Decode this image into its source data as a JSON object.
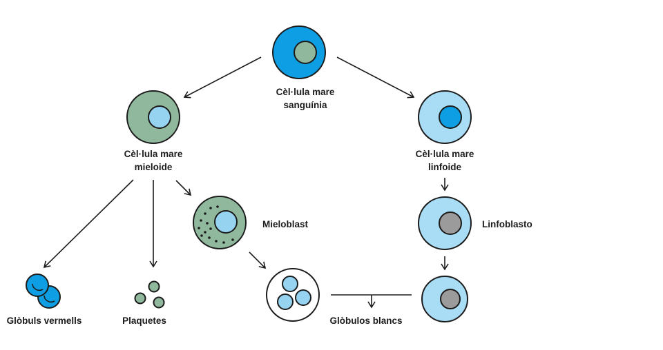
{
  "labels": {
    "blood_stem_line1": "Cèl·lula mare",
    "blood_stem_line2": "sanguínia",
    "myeloid_line1": "Cèl·lula mare",
    "myeloid_line2": "mieloide",
    "lymphoid_line1": "Cèl·lula mare",
    "lymphoid_line2": "linfoide",
    "myeloblast": "Mieloblast",
    "lymphoblast": "Linfoblasto",
    "red_cells": "Glòbuls vermells",
    "platelets": "Plaquetes",
    "white_cells": "Glòbulos blancs"
  },
  "colors": {
    "stroke": "#1b1b1b",
    "blue": "#0e9ee3",
    "light_blue": "#a9dcf5",
    "pale_blue": "#96d3f0",
    "green": "#8fb89d",
    "gray": "#9b9b9b",
    "white": "#ffffff"
  }
}
